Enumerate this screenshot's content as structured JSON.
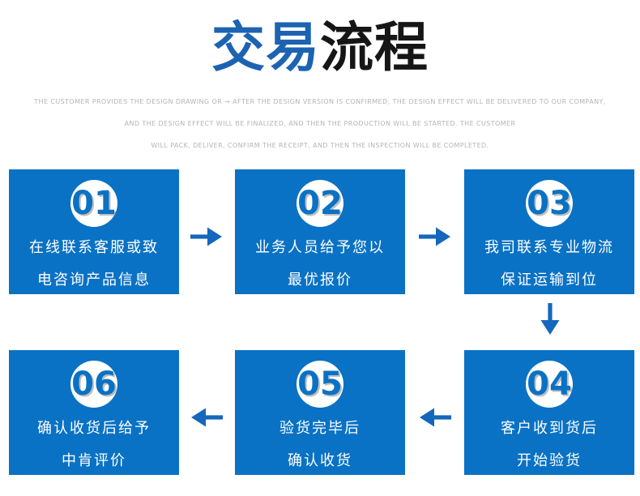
{
  "title": {
    "blue_part": "交易",
    "black_part": "流程"
  },
  "subtitle_lines": [
    "THE CUSTOMER PROVIDES THE DESIGN DRAWING OR → AFTER THE DESIGN VERSION IS CONFIRMED, THE DESIGN EFFECT WILL BE DELIVERED TO OUR COMPANY,",
    "AND THE DESIGN EFFECT WILL BE FINALIZED, AND THEN THE PRODUCTION WILL BE STARTED. THE CUSTOMER",
    "WILL PACK, DELIVER, CONFIRM THE RECEIPT, AND THEN THE INSPECTION WILL BE COMPLETED."
  ],
  "steps": [
    {
      "number": "01",
      "lines": [
        "在线联系客服或致",
        "电咨询产品信息"
      ]
    },
    {
      "number": "02",
      "lines": [
        "业务人员给予您以",
        "最优报价"
      ]
    },
    {
      "number": "03",
      "lines": [
        "我司联系专业物流",
        "保证运输到位"
      ]
    },
    {
      "number": "04",
      "lines": [
        "客户收到货后",
        "开始验货"
      ]
    },
    {
      "number": "05",
      "lines": [
        "验货完毕后",
        "确认收货"
      ]
    },
    {
      "number": "06",
      "lines": [
        "确认收货后给予",
        "中肯评价"
      ]
    }
  ],
  "flow": {
    "top_row_order": [
      "01",
      "02",
      "03"
    ],
    "bottom_row_order": [
      "06",
      "05",
      "04"
    ],
    "arrow_directions": [
      "right",
      "right",
      "down",
      "left",
      "left"
    ]
  },
  "colors": {
    "box_blue": "#0a72c4",
    "title_blue": "#1c63b2",
    "title_black": "#161616",
    "arrow_blue": "#1467bd",
    "subtitle_gray": "#b4b4ba",
    "circle_white": "#ffffff"
  }
}
